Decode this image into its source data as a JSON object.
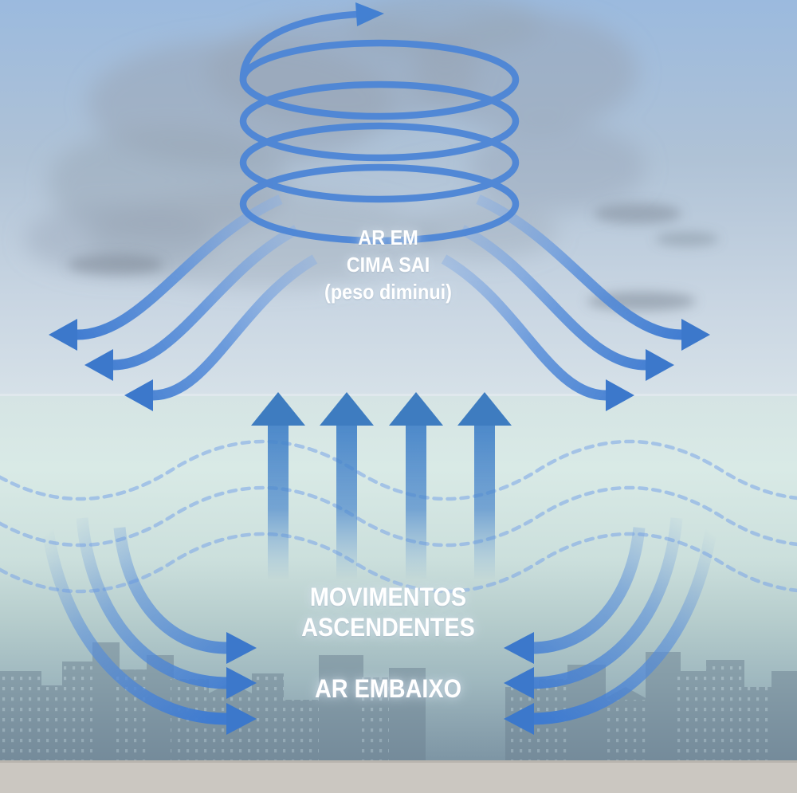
{
  "diagram": {
    "top_label": {
      "line1": "AR EM",
      "line2": "CIMA SAI",
      "line3": "(peso diminui)"
    },
    "middle_label": {
      "line1": "MOVIMENTOS",
      "line2": "ASCENDENTES"
    },
    "bottom_label": "AR EMBAIXO",
    "colors": {
      "sky_top": "#9bbade",
      "sky_horizon": "#d6e1e8",
      "ground_light": "#d9eae6",
      "ground_dark": "#7d95a4",
      "arrow_blue": "#4c85d6",
      "arrow_head_blue": "#3c78cb",
      "updraft_head_blue": "#3e7cc0",
      "wave_dash_blue": "#7aa5e8",
      "cloud_gray": "#97a3b3",
      "skyline_gray": "#6d8292",
      "footer_band": "#cbc7c1",
      "text_white": "#ffffff"
    },
    "icons": {
      "spiral": "vortex-spiral-arrow",
      "outflow": "outflow-curve-arrow",
      "updraft": "updraft-arrow",
      "inflow": "inflow-curve-arrow",
      "wave": "wind-wave-dashed-line",
      "cloud": "cloud",
      "skyline": "city-skyline"
    }
  }
}
